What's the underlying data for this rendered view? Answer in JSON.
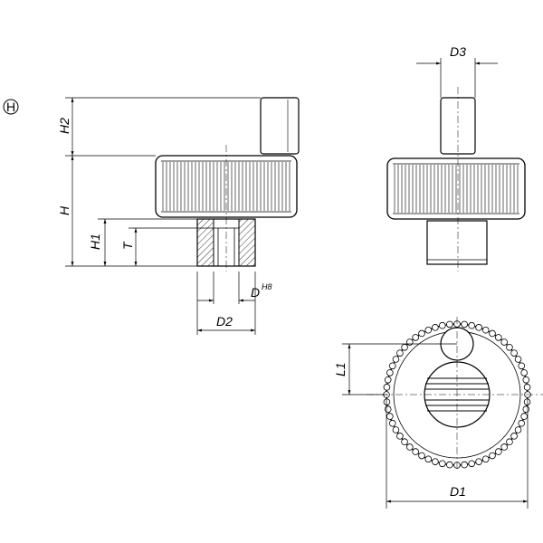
{
  "variant_label": "H",
  "dimensions": {
    "H2": "H2",
    "H": "H",
    "H1": "H1",
    "T": "T",
    "D": "D",
    "D_tolerance": "H8",
    "D2": "D2",
    "D3": "D3",
    "L1": "L1",
    "D1": "D1"
  },
  "views": [
    "side-view-section",
    "front-view",
    "top-view"
  ],
  "line_color": "#000000",
  "background": "#ffffff"
}
